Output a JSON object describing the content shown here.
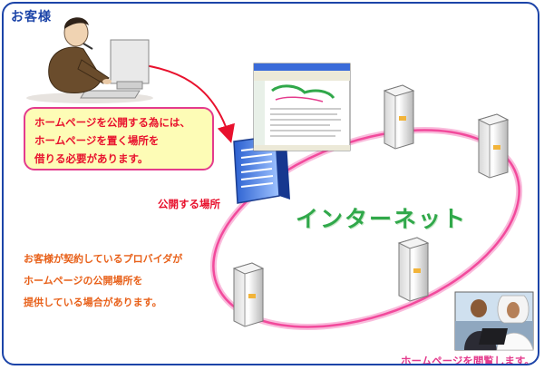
{
  "customer_label": "お客様",
  "callout_lines": [
    "ホームページを公開する為には、",
    "ホームページを置く場所を",
    "借りる必要があります。"
  ],
  "server_place_label": "公開する場所",
  "internet_label": "インターネット",
  "provider_note_lines": [
    "お客様が契約しているプロバイダが",
    "ホームページの公開場所を",
    "提供している場合があります。"
  ],
  "browse_label": "ホームページを閲覧します。",
  "colors": {
    "frame_border": "#1c44a8",
    "callout_fill": "#fdfcb6",
    "callout_border": "#e43b8d",
    "red_text": "#e8112d",
    "orange_text": "#e8611a",
    "internet_green": "#30a84a",
    "ring_pink": "#f24a9c"
  },
  "icons": [
    "businessman-icon",
    "hosting-server-icon",
    "browser-window-icon",
    "server-icon",
    "viewers-photo-icon",
    "arrow-icon"
  ]
}
